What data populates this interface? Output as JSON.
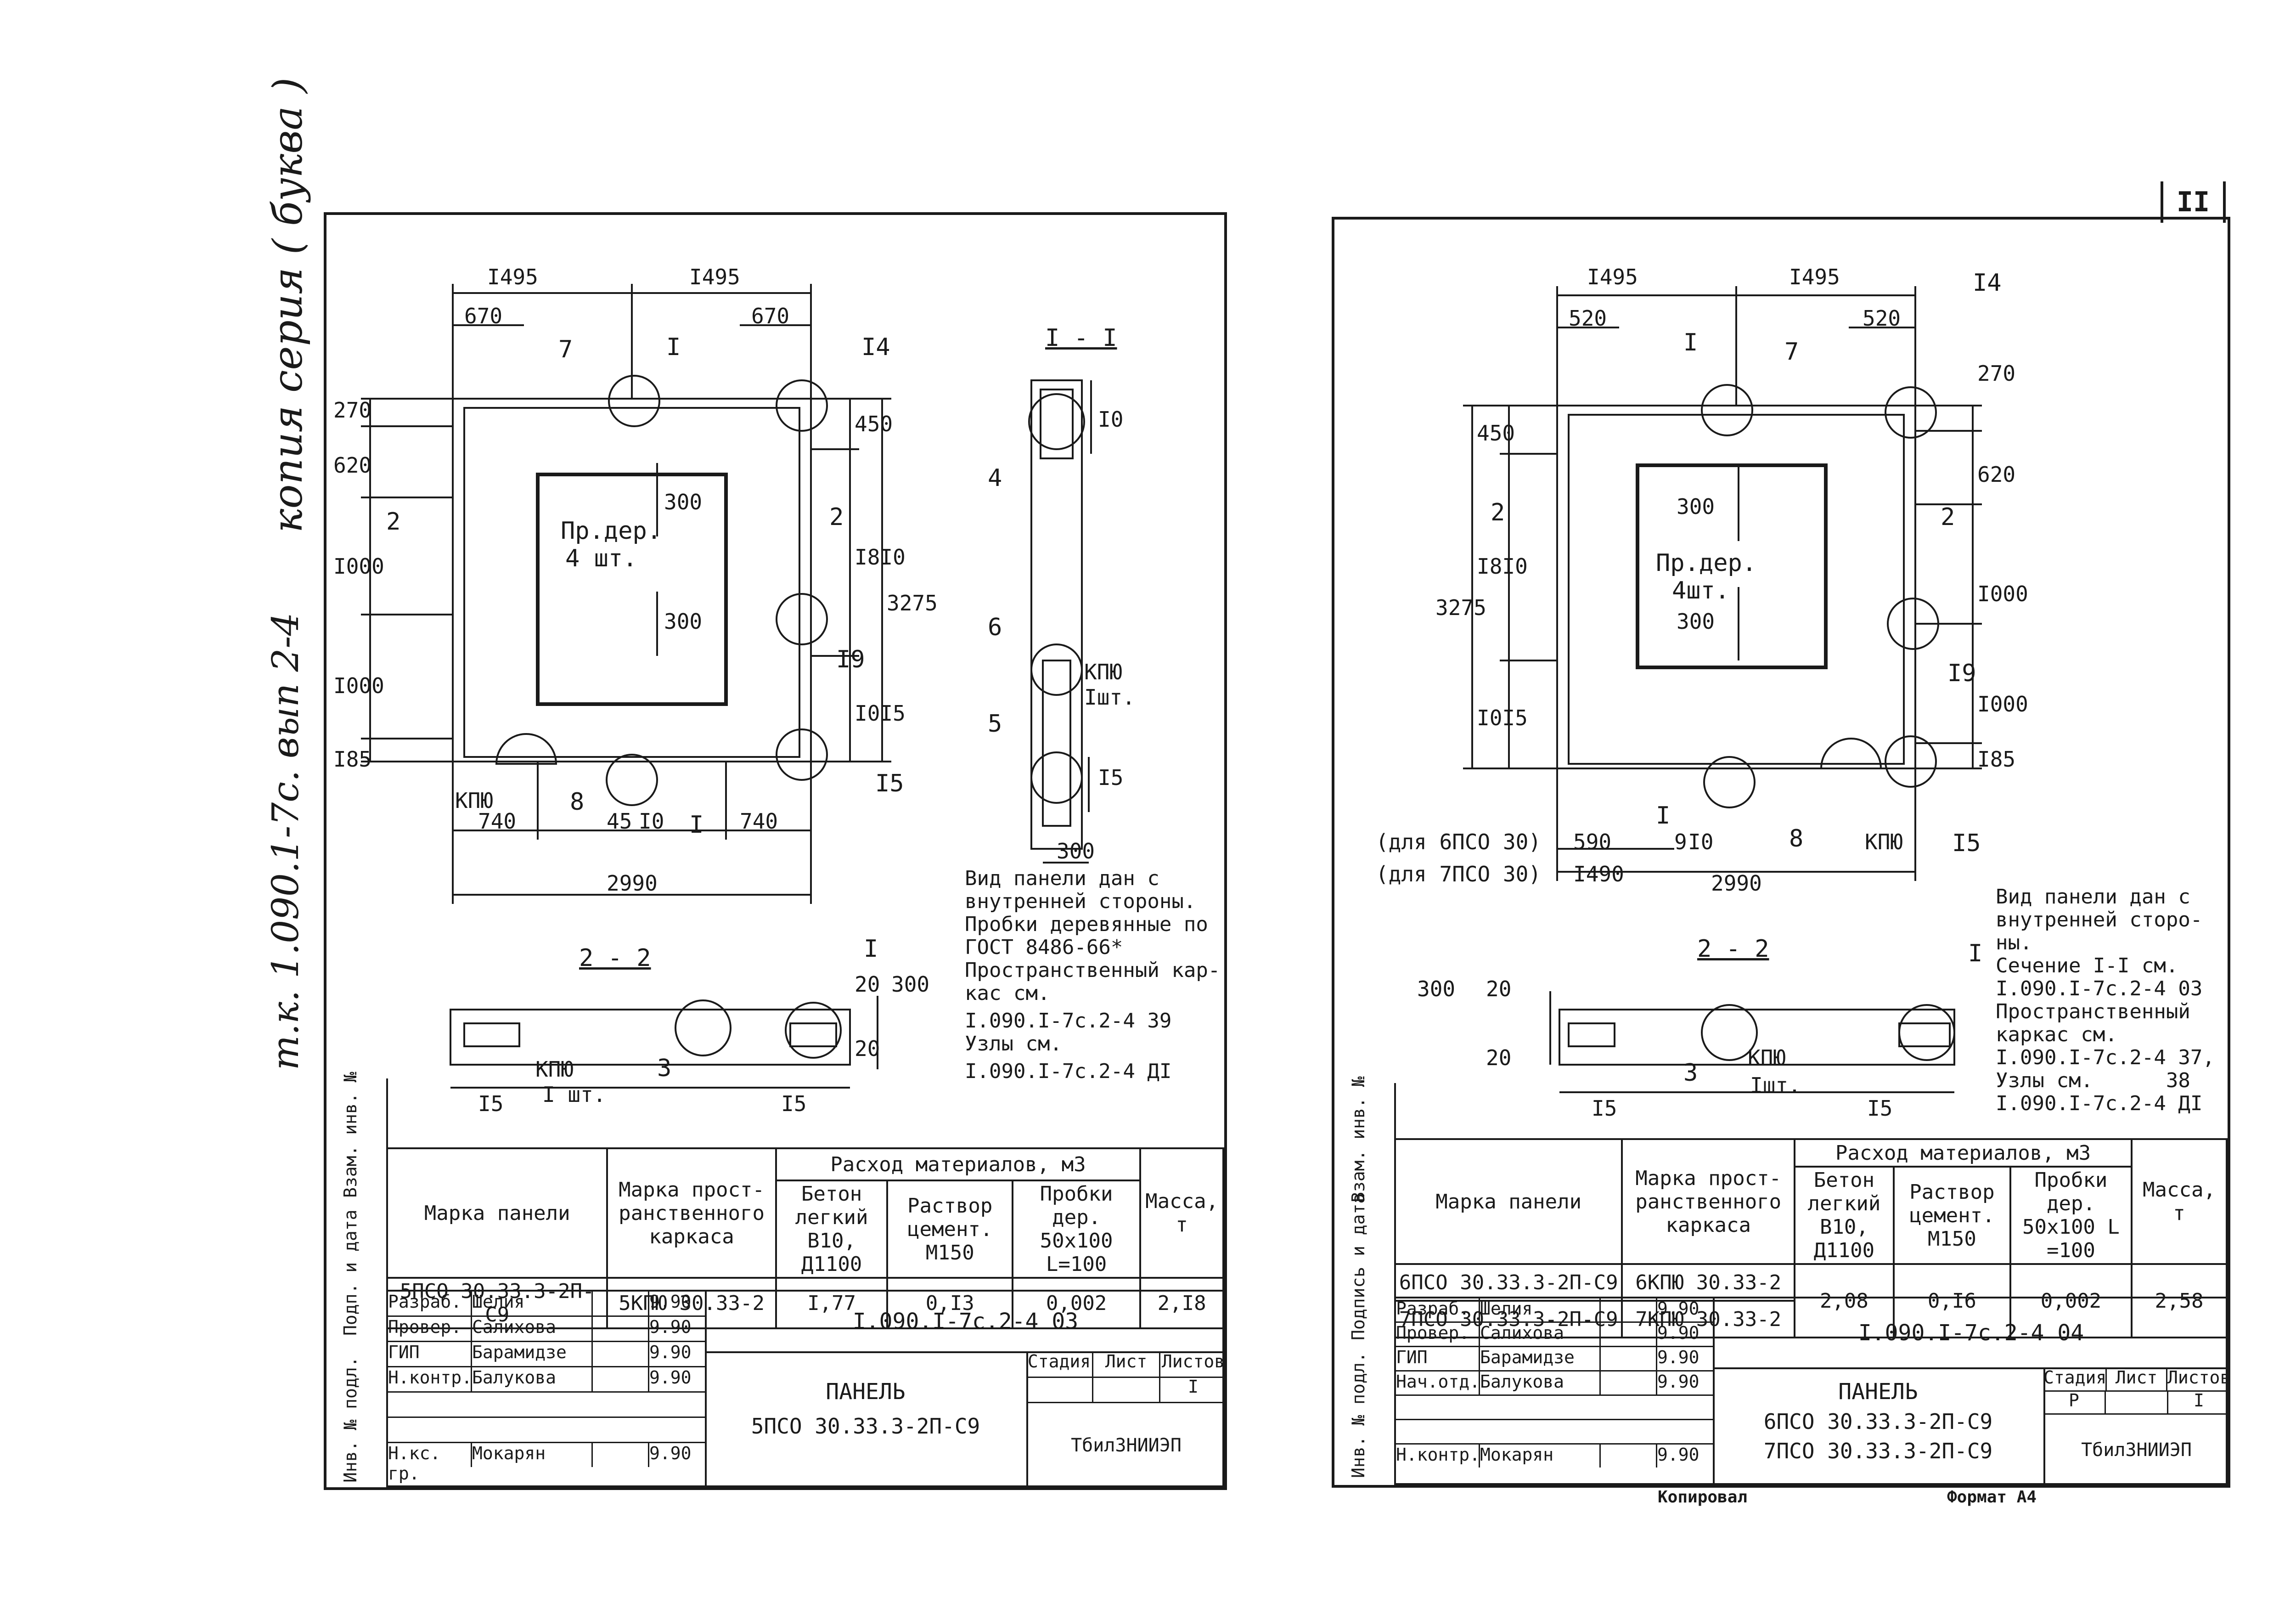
{
  "side_note_left": "копия серия ( буква )",
  "side_note_left2": "т.к. 1.090.1-7с. вып 2-4",
  "page_number": "II",
  "left": {
    "dims_top": [
      "I495",
      "I495"
    ],
    "dims_inner_top": [
      "670",
      "670"
    ],
    "dims_left": [
      "270",
      "620",
      "I000",
      "I000",
      "I85"
    ],
    "dims_right": [
      "450",
      "I8I0",
      "I0I5",
      "3275"
    ],
    "inner_dims": [
      "300",
      "300"
    ],
    "hole_label": "Пр.дер.",
    "hole_count": "4 шт.",
    "callouts": [
      "7",
      "I",
      "I4",
      "2",
      "2",
      "I9",
      "I5",
      "8",
      "I"
    ],
    "bottom_dims": [
      "740",
      "45",
      "I0",
      "740"
    ],
    "bottom_total": "2990",
    "kpyu_label": "КПЮ",
    "section_11_title": "I - I",
    "section_11_callouts": [
      "4",
      "6",
      "5"
    ],
    "section_11_dims": [
      "I0",
      "I5",
      "300"
    ],
    "section_11_kpyu": "КПЮ",
    "section_11_kpyu_count": "Iшт.",
    "notes": [
      "Вид панели дан с",
      "внутренней стороны.",
      "Пробки деревянные по",
      "ГОСТ 8486-66*",
      "Пространственный кар-",
      "кас см.",
      "I.090.I-7с.2-4 39",
      "Узлы см.",
      "I.090.I-7с.2-4 ДI"
    ],
    "section_22_title": "2 - 2",
    "section_22_callouts": [
      "I",
      "3"
    ],
    "section_22_dims": [
      "20",
      "300",
      "20",
      "I5",
      "I5"
    ],
    "section_22_kpyu": "КПЮ",
    "section_22_kpyu_count": "I шт.",
    "table": {
      "h_mark": "Марка панели",
      "h_frame": "Марка прост- ранственного каркаса",
      "h_materials": "Расход материалов, м3",
      "h_concrete": "Бетон легкий В10, Д1100",
      "h_mortar": "Раствор цемент. М150",
      "h_plugs": "Пробки дер. 50х100 L=100",
      "h_mass": "Масса, т",
      "rows": [
        {
          "mark": "5ПСО 30.33.3-2П-С9",
          "frame": "5КПЮ 30.33-2",
          "concrete": "I,77",
          "mortar": "0,I3",
          "plugs": "0,002",
          "mass": "2,I8"
        }
      ]
    },
    "stamp": {
      "code": "I.090.I-7с.2-4 03",
      "roles": [
        "Разраб.",
        "Провер.",
        "ГИП",
        "Н.контр.",
        "",
        "",
        "Н.кс. гр."
      ],
      "names": [
        "Шелия",
        "Салихова",
        "Барамидзе",
        "Балукова",
        "",
        "",
        "Мокарян"
      ],
      "dates": [
        "9.90",
        "9.90",
        "9.90",
        "9.90",
        "",
        "",
        "9.90"
      ],
      "title": "ПАНЕЛЬ",
      "subtitle": "5ПСО 30.33.3-2П-С9",
      "stage_h": "Стадия",
      "sheet_h": "Лист",
      "sheets_h": "Листов",
      "sheets_v": "I",
      "org": "ТбилЗНИИЭП"
    },
    "margin_labels": [
      "Инв. № подл.",
      "Подп. и дата",
      "Взам. инв. №"
    ]
  },
  "right": {
    "dims_top": [
      "I495",
      "I495"
    ],
    "dims_inner_top": [
      "520",
      "520"
    ],
    "dims_right": [
      "270",
      "620",
      "I000",
      "I000",
      "I85"
    ],
    "dims_left": [
      "450",
      "I8I0",
      "I0I5",
      "3275"
    ],
    "inner_dims": [
      "300",
      "300"
    ],
    "hole_label": "Пр.дер.",
    "hole_count": "4шт.",
    "callouts": [
      "I4",
      "I",
      "7",
      "2",
      "2",
      "I9",
      "I5",
      "8",
      "I"
    ],
    "bottom_label_a": "(для 6ПСО 30)",
    "bottom_label_b": "(для 7ПСО 30)",
    "bottom_dims_a": [
      "590",
      "9",
      "I0"
    ],
    "bottom_dims_b": [
      "I490"
    ],
    "bottom_total": "2990",
    "kpyu_label": "КПЮ",
    "notes": [
      "Вид панели дан с",
      "внутренней сторо-",
      "ны.",
      "Сечение I-I см.",
      "I.090.I-7с.2-4 03",
      "Пространственный",
      "каркас см.",
      "I.090.I-7с.2-4 37,",
      "Узлы см.      38",
      "I.090.I-7с.2-4 ДI"
    ],
    "section_22_title": "2 - 2",
    "section_22_callouts": [
      "I",
      "3"
    ],
    "section_22_dims": [
      "300",
      "20",
      "20",
      "I5",
      "I5"
    ],
    "section_22_kpyu": "КПЮ",
    "section_22_kpyu_count": "Iшт.",
    "table": {
      "h_mark": "Марка панели",
      "h_frame": "Марка прост- ранственного каркаса",
      "h_materials": "Расход материалов, м3",
      "h_concrete": "Бетон легкий В10, Д1100",
      "h_mortar": "Раствор цемент. М150",
      "h_plugs": "Пробки дер. 50х100 L =100",
      "h_mass": "Масса, т",
      "rows": [
        {
          "mark": "6ПСО 30.33.3-2П-С9",
          "frame": "6КПЮ 30.33-2"
        },
        {
          "mark": "7ПСО 30.33.3-2П-С9",
          "frame": "7КПЮ 30.33-2"
        }
      ],
      "concrete": "2,08",
      "mortar": "0,I6",
      "plugs": "0,002",
      "mass": "2,58"
    },
    "stamp": {
      "code": "I.090.I-7с.2-4 04",
      "roles": [
        "Разраб.",
        "Провер.",
        "ГИП",
        "Нач.отд.",
        "",
        "",
        "Н.контр."
      ],
      "names": [
        "Шелия",
        "Салихова",
        "Барамидзе",
        "Балукова",
        "",
        "",
        "Мокарян"
      ],
      "dates": [
        "9.90",
        "9.90",
        "9.90",
        "9.90",
        "",
        "",
        "9.90"
      ],
      "title": "ПАНЕЛЬ",
      "subtitle1": "6ПСО 30.33.3-2П-С9",
      "subtitle2": "7ПСО 30.33.3-2П-С9",
      "stage_h": "Стадия",
      "sheet_h": "Лист",
      "sheets_h": "Листов",
      "stage_v": "Р",
      "sheets_v": "I",
      "org": "ТбилЗНИИЭП"
    },
    "margin_labels": [
      "Инв. № подл.",
      "Подпись и дата",
      "Взам. инв. №"
    ]
  },
  "footer_copy": "Копировал",
  "footer_format": "Формат А4"
}
